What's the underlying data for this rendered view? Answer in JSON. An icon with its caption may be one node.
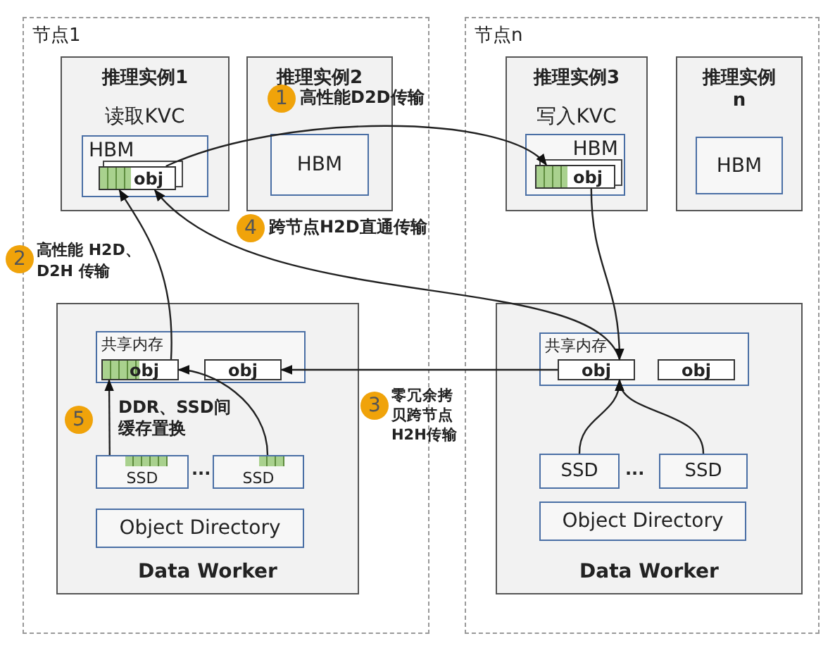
{
  "diagram": {
    "nodes": [
      {
        "text": [
          "节点1"
        ]
      },
      {
        "text": [
          "推理实例1",
          "读取KVC"
        ],
        "in": 0
      },
      {
        "text": [
          "HBM"
        ],
        "in": 1
      },
      {
        "text": [
          "obj"
        ],
        "in": 2
      },
      {
        "text": [
          "推理实例2"
        ],
        "in": 0
      },
      {
        "text": [
          "HBM"
        ],
        "in": 4
      },
      {
        "text": [
          "Data Worker"
        ],
        "in": 0
      },
      {
        "text": [
          "共享内存"
        ],
        "in": 6
      },
      {
        "text": [
          "obj"
        ],
        "in": 7
      },
      {
        "text": [
          "obj"
        ],
        "in": 7
      },
      {
        "text": [
          "SSD"
        ],
        "in": 6
      },
      {
        "text": [
          "SSD"
        ],
        "in": 6
      },
      {
        "text": [
          "Object Directory"
        ],
        "in": 6
      },
      {
        "text": [
          "节点n"
        ]
      },
      {
        "text": [
          "推理实例3",
          "写入KVC"
        ],
        "in": 13
      },
      {
        "text": [
          "HBM"
        ],
        "in": 14
      },
      {
        "text": [
          "obj"
        ],
        "in": 15
      },
      {
        "text": [
          "推理实例 n"
        ],
        "in": 13
      },
      {
        "text": [
          "HBM"
        ],
        "in": 17
      },
      {
        "text": [
          "Data Worker"
        ],
        "in": 13
      },
      {
        "text": [
          "共享内存"
        ],
        "in": 19
      },
      {
        "text": [
          "obj"
        ],
        "in": 20
      },
      {
        "text": [
          "obj"
        ],
        "in": 20
      },
      {
        "text": [
          "SSD"
        ],
        "in": 19
      },
      {
        "text": [
          "SSD"
        ],
        "in": 19
      },
      {
        "text": [
          "Object Directory"
        ],
        "in": 19
      }
    ],
    "edges": [
      {
        "from": 3,
        "to": 16,
        "arrow": "to"
      },
      {
        "from": 8,
        "to": 3,
        "arrow": "to"
      },
      {
        "from": 21,
        "to": 9,
        "arrow": "to"
      },
      {
        "from": 21,
        "to": 3,
        "arrow": "to"
      },
      {
        "from": 16,
        "to": 21,
        "arrow": "to"
      },
      {
        "from": 10,
        "to": 8,
        "arrow": "to"
      },
      {
        "from": 11,
        "to": 8,
        "arrow": "to"
      },
      {
        "from": 23,
        "to": 21,
        "arrow": "to"
      },
      {
        "from": 24,
        "to": 21,
        "arrow": "to"
      }
    ],
    "labels": [
      "1",
      "高性能D2D传输",
      "2",
      "高性能 H2D、D2H 传输",
      "4",
      "跨节点H2D直通传输",
      "5",
      "DDR、SSD间缓存置换",
      "3",
      "零冗余拷贝跨节点 H2H传输",
      "...",
      "..."
    ]
  }
}
